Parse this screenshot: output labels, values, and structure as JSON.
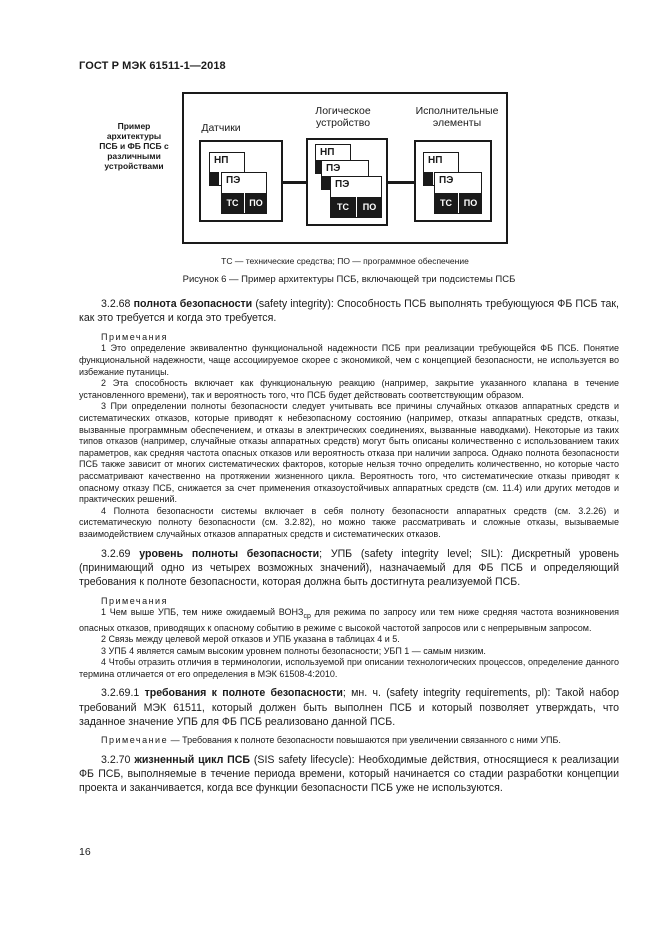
{
  "header": "ГОСТ Р МЭК 61511-1—2018",
  "figure": {
    "side_caption": "Пример архитектуры ПСБ и ФБ ПСБ с различными устройствами",
    "subsystems": [
      {
        "label": "Датчики"
      },
      {
        "label": "Логическое устройство"
      },
      {
        "label": "Исполнительные элементы"
      }
    ],
    "channel_np": "НП",
    "channel_pe": "ПЭ",
    "hw": "ТС",
    "sw": "ПО",
    "legend": "ТС — технические средства; ПО — программное обеспечение",
    "caption": "Рисунок 6 — Пример архитектуры ПСБ, включающей три подсистемы ПСБ"
  },
  "s3268": {
    "num": "3.2.68",
    "term": "полнота безопасности",
    "rest": " (safety integrity): Способность ПСБ выполнять требующуюся ФБ ПСБ так, как это требуется и когда это требуется."
  },
  "notes1_header": "Примечания",
  "notes1": [
    "1 Это определение эквивалентно функциональной надежности ПСБ при реализации требующейся ФБ ПСБ. Понятие функциональной надежности, чаще ассоциируемое скорее с экономикой, чем с концепцией безопасности, не используется во избежание путаницы.",
    "2 Эта способность включает как функциональную реакцию (например, закрытие указанного клапана в течение установленного времени), так и вероятность того, что ПСБ будет действовать соответствующим образом.",
    "3 При определении полноты безопасности следует учитывать все причины случайных отказов аппаратных средств и систематических отказов, которые приводят к небезопасному состоянию (например, отказы аппаратных средств, отказы, вызванные программным обеспечением, и отказы в электрических соединениях, вызванные наводками). Некоторые из таких типов отказов (например, случайные отказы аппаратных средств) могут быть описаны количественно с использованием таких параметров, как средняя частота опасных отказов или вероятность отказа при наличии запроса. Однако полнота безопасности ПСБ также зависит от многих систематических факторов, которые нельзя точно определить количественно, но которые часто рассматривают качественно на протяжении жизненного цикла. Вероятность того, что систематические отказы приводят к опасному отказу ПСБ, снижается за счет применения отказоустойчивых аппаратных средств (см. 11.4) или других методов и практических решений.",
    "4 Полнота безопасности системы включает в себя полноту безопасности аппаратных средств (см. 3.2.26) и систематическую полноту безопасности (см. 3.2.82), но можно также рассматривать и сложные отказы, вызываемые взаимодействием случайных отказов аппаратных средств и систематических отказов."
  ],
  "s3269": {
    "num": "3.2.69",
    "term": "уровень полноты безопасности",
    "rest": "; УПБ (safety integrity level; SIL): Дискретный уровень (принимающий одно из четырех возможных значений), назначаемый для ФБ ПСБ и определяющий требования к полноте безопасности, которая должна быть достигнута реализуемой ПСБ."
  },
  "notes2_header": "Примечания",
  "notes2": {
    "n1_a": "1 Чем выше УПБ, тем ниже ожидаемый ВОНЗ",
    "n1_sub": "ср",
    "n1_b": " для режима по запросу или тем ниже средняя частота возникновения опасных отказов, приводящих к опасному событию в режиме с высокой частотой запросов или с непрерывным запросом.",
    "n2": "2 Связь между целевой мерой отказов и УПБ указана в таблицах 4 и 5.",
    "n3": "3 УПБ 4 является самым высоким уровнем полноты безопасности; УБП 1 — самым низким.",
    "n4": "4 Чтобы отразить отличия в терминологии, используемой при описании технологических процессов, определение данного термина отличается от его определения в МЭК 61508-4:2010."
  },
  "s32691": {
    "num": "3.2.69.1",
    "term": "требования к полноте безопасности",
    "rest": "; мн. ч. (safety integrity requirements, pl): Такой набор требований МЭК 61511, который должен быть выполнен ПСБ и который позволяет утверждать, что заданное значение УПБ для ФБ ПСБ реализовано данной ПСБ."
  },
  "note3": {
    "label": "Примечание",
    "text": " — Требования к полноте безопасности повышаются при увеличении связанного с ними УПБ."
  },
  "s3270": {
    "num": "3.2.70",
    "term": "жизненный цикл ПСБ",
    "rest": " (SIS safety lifecycle): Необходимые действия, относящиеся к реализации ФБ ПСБ, выполняемые в течение периода времени, который начинается со стадии разработки концепции проекта и заканчивается, когда все функции безопасности ПСБ уже не используются."
  },
  "page_number": "16"
}
